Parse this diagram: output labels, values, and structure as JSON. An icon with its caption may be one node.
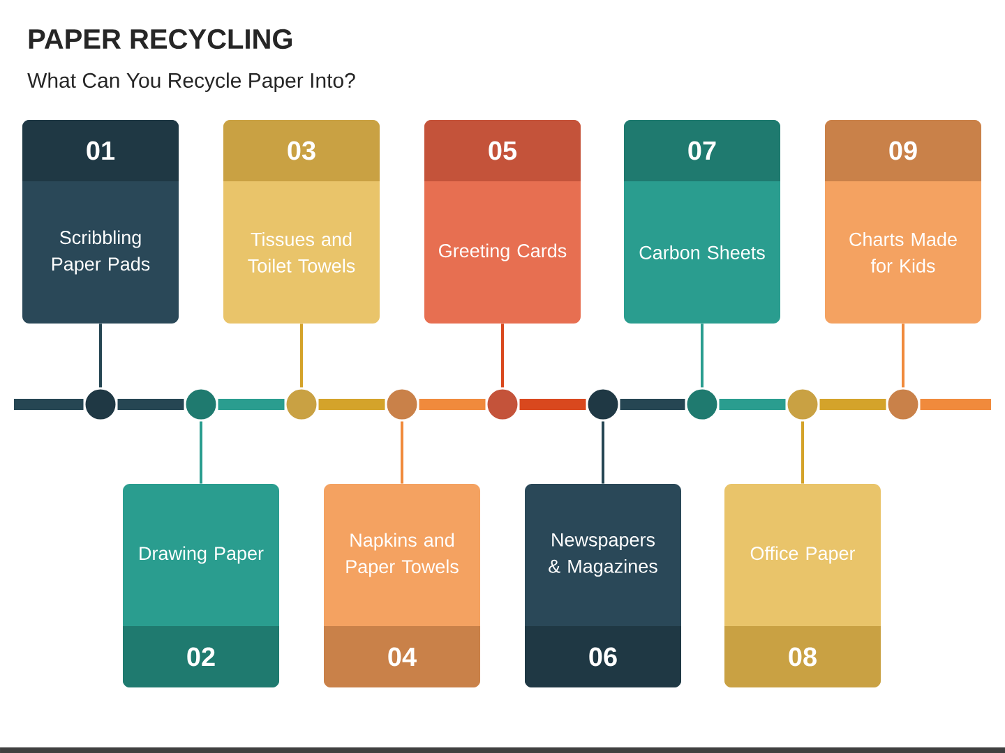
{
  "diagram": {
    "title": "PAPER RECYCLING",
    "caption": "What Can You Recycle Paper Into?",
    "nodes": [
      {
        "text": [
          "01",
          "Scribbling Paper Pads"
        ]
      },
      {
        "text": [
          "Drawing Paper",
          "02"
        ]
      },
      {
        "text": [
          "03",
          "Tissues and Toilet Towels"
        ]
      },
      {
        "text": [
          "Napkins and Paper Towels",
          "04"
        ]
      },
      {
        "text": [
          "05",
          "Greeting Cards"
        ]
      },
      {
        "text": [
          "Newspapers & Magazines",
          "06"
        ]
      },
      {
        "text": [
          "07",
          "Carbon Sheets"
        ]
      },
      {
        "text": [
          "Office Paper",
          "08"
        ]
      },
      {
        "text": [
          "09",
          "Charts Made for Kids"
        ]
      },
      {
        "text": [],
        "shape": "circle"
      },
      {
        "text": [],
        "shape": "circle"
      },
      {
        "text": [],
        "shape": "circle"
      },
      {
        "text": [],
        "shape": "circle"
      },
      {
        "text": [],
        "shape": "circle"
      },
      {
        "text": [],
        "shape": "circle"
      },
      {
        "text": [],
        "shape": "circle"
      },
      {
        "text": [],
        "shape": "circle"
      },
      {
        "text": [],
        "shape": "circle"
      }
    ],
    "edges": [
      {
        "from": 0,
        "to": 9,
        "arrow": "none",
        "color": "#264653"
      },
      {
        "from": 1,
        "to": 10,
        "arrow": "none",
        "color": "#2a9d8f"
      },
      {
        "from": 2,
        "to": 11,
        "arrow": "none",
        "color": "#d4a32a"
      },
      {
        "from": 3,
        "to": 12,
        "arrow": "none",
        "color": "#f08a3c"
      },
      {
        "from": 4,
        "to": 13,
        "arrow": "none",
        "color": "#d9481e"
      },
      {
        "from": 5,
        "to": 14,
        "arrow": "none",
        "color": "#264653"
      },
      {
        "from": 6,
        "to": 15,
        "arrow": "none",
        "color": "#2a9d8f"
      },
      {
        "from": 7,
        "to": 16,
        "arrow": "none",
        "color": "#d4a32a"
      },
      {
        "from": 8,
        "to": 17,
        "arrow": "none",
        "color": "#f08a3c"
      },
      {
        "from": null,
        "to": 9,
        "arrow": "none",
        "color": "#264653"
      },
      {
        "from": 9,
        "to": 10,
        "arrow": "none",
        "color": "#264653"
      },
      {
        "from": 10,
        "to": 11,
        "arrow": "none",
        "color": "#2a9d8f"
      },
      {
        "from": 11,
        "to": 12,
        "arrow": "none",
        "color": "#d4a32a"
      },
      {
        "from": 12,
        "to": 13,
        "arrow": "none",
        "color": "#f08a3c"
      },
      {
        "from": 13,
        "to": 14,
        "arrow": "none",
        "color": "#d9481e"
      },
      {
        "from": 14,
        "to": 15,
        "arrow": "none",
        "color": "#264653"
      },
      {
        "from": 15,
        "to": 16,
        "arrow": "none",
        "color": "#2a9d8f"
      },
      {
        "from": 16,
        "to": 17,
        "arrow": "none",
        "color": "#d4a32a"
      },
      {
        "from": 17,
        "to": null,
        "arrow": "none",
        "color": "#f08a3c"
      }
    ]
  }
}
